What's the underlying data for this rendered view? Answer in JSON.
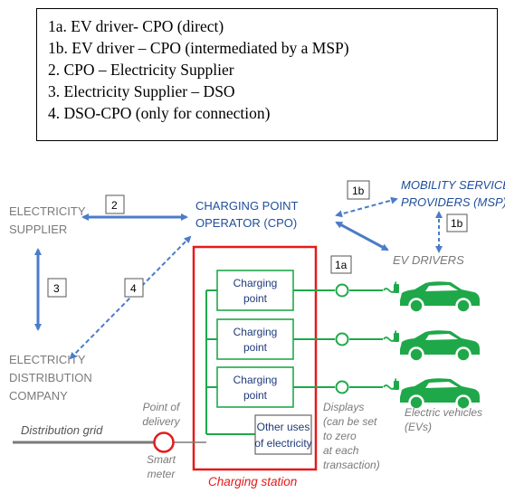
{
  "legend": {
    "lines": [
      "1a. EV driver- CPO (direct)",
      "1b. EV driver – CPO (intermediated by a MSP)",
      "2. CPO – Electricity Supplier",
      "3. Electricity Supplier – DSO",
      "4. DSO-CPO (only for connection)"
    ]
  },
  "diagram": {
    "supplier": [
      "ELECTRICITY",
      "SUPPLIER"
    ],
    "cpo": [
      "CHARGING POINT",
      "OPERATOR (CPO)"
    ],
    "msp": [
      "MOBILITY SERVICE",
      "PROVIDERS (MSP)"
    ],
    "ev_drivers": "EV DRIVERS",
    "dso": [
      "ELECTRICITY",
      "DISTRIBUTION",
      "COMPANY"
    ],
    "edge_labels": {
      "e2": "2",
      "e1b_top": "1b",
      "e1a": "1a",
      "e1b_right": "1b",
      "e3": "3",
      "e4": "4"
    },
    "charging_points": [
      [
        "Charging",
        "point"
      ],
      [
        "Charging",
        "point"
      ],
      [
        "Charging",
        "point"
      ]
    ],
    "other_uses": [
      "Other uses",
      "of electricity"
    ],
    "point_of_delivery": [
      "Point of",
      "delivery"
    ],
    "distribution_grid": "Distribution grid",
    "smart_meter": [
      "Smart",
      "meter"
    ],
    "displays": [
      "Displays",
      "(can be set",
      "to zero",
      "at each",
      "transaction)"
    ],
    "electric_vehicles": [
      "Electric vehicles",
      "(EVs)"
    ],
    "charging_station": "Charging station",
    "colors": {
      "blue": "#4a7cc9",
      "green": "#1fa84a",
      "red": "#e31b1b",
      "gray": "#7a7a7a"
    }
  }
}
